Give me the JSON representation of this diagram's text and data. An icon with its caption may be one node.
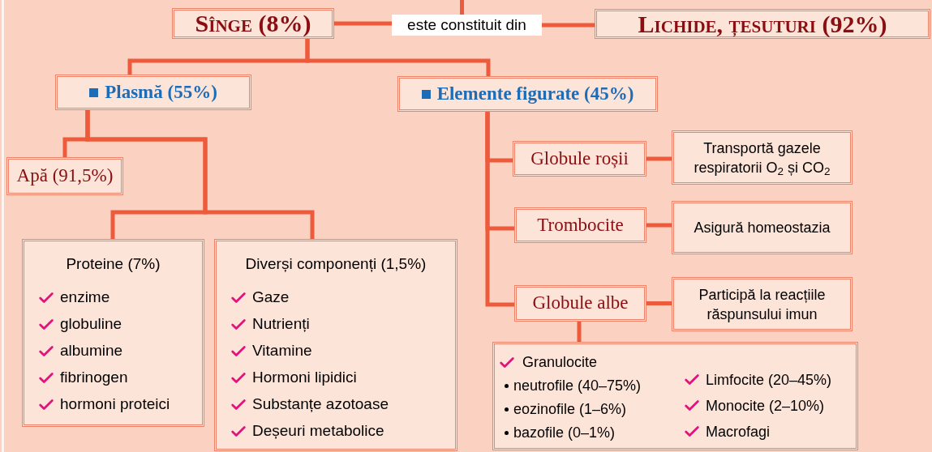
{
  "diagram": {
    "nodes": [
      {
        "text": [
          "Sînge (8%)"
        ]
      },
      {
        "text": [
          "este constituit din"
        ]
      },
      {
        "text": [
          "Lichide, țesuturi (92%)"
        ]
      },
      {
        "text": [
          "Plasmă (55%)"
        ]
      },
      {
        "text": [
          "Elemente figurate (45%)"
        ]
      },
      {
        "text": [
          "Apă (91,5%)"
        ]
      },
      {
        "text": [
          "Proteine (7%)",
          "enzime",
          "globuline",
          "albumine",
          "fibrinogen",
          "hormoni proteici"
        ]
      },
      {
        "text": [
          "Diverși componenți (1,5%)",
          "Gaze",
          "Nutrienți",
          "Vitamine",
          "Hormoni lipidici",
          "Substanțe azotoase",
          "Deșeuri metabolice"
        ]
      },
      {
        "text": [
          "Globule roșii"
        ]
      },
      {
        "text": [
          "Transportă gazele respiratorii O$_{2}$ și CO$_{2}$"
        ]
      },
      {
        "text": [
          "Trombocite"
        ]
      },
      {
        "text": [
          "Asigură homeostazia"
        ]
      },
      {
        "text": [
          "Globule albe"
        ]
      },
      {
        "text": [
          "Participă la reacțiile răspunsului imun"
        ]
      },
      {
        "text": [
          "Granulocite",
          "neutrofile (40–75%)",
          "eozinofile (1–6%)",
          "bazofile (0–1%)",
          "Limfocite (20–45%)",
          "Monocite (2–10%)",
          "Macrofagi"
        ]
      }
    ],
    "edges": [
      {
        "from": 0,
        "to": 1,
        "arrow": "none"
      },
      {
        "from": 1,
        "to": 2,
        "arrow": "none"
      },
      {
        "from": null,
        "to": 1,
        "arrow": "none"
      },
      {
        "from": 0,
        "to": 3,
        "arrow": "none"
      },
      {
        "from": 0,
        "to": 4,
        "arrow": "none"
      },
      {
        "from": 3,
        "to": 5,
        "arrow": "none"
      },
      {
        "from": 3,
        "to": 6,
        "arrow": "none"
      },
      {
        "from": 3,
        "to": 7,
        "arrow": "none"
      },
      {
        "from": 4,
        "to": 8,
        "arrow": "none"
      },
      {
        "from": 8,
        "to": 9,
        "arrow": "none"
      },
      {
        "from": 4,
        "to": 10,
        "arrow": "none"
      },
      {
        "from": 10,
        "to": 11,
        "arrow": "none"
      },
      {
        "from": 4,
        "to": 12,
        "arrow": "none"
      },
      {
        "from": 12,
        "to": 13,
        "arrow": "none"
      },
      {
        "from": 12,
        "to": 14,
        "arrow": "none"
      }
    ]
  }
}
